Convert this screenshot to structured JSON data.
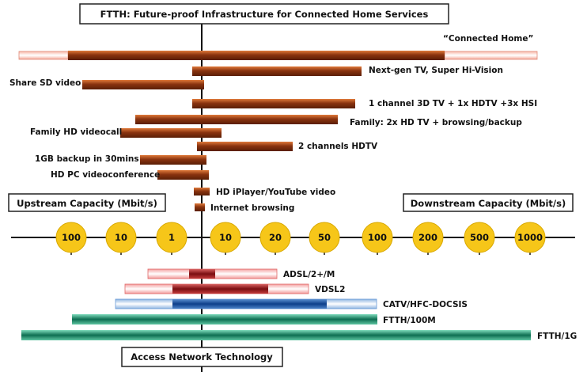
{
  "title": "FTTH: Future-proof Infrastructure for Connected Home Services",
  "upstream_label": "Upstream Capacity (Mbit/s)",
  "downstream_label": "Downstream Capacity (Mbit/s)",
  "footer_label": "Access Network Technology",
  "scale_values": [
    "100",
    "10",
    "1",
    "10",
    "20",
    "50",
    "100",
    "200",
    "500",
    "1000"
  ],
  "services": [
    {
      "label": "“Connected Home”"
    },
    {
      "label": "Next-gen TV, Super Hi-Vision"
    },
    {
      "label": "Share SD video"
    },
    {
      "label": "1 channel 3D TV + 1x HDTV +3x HSI"
    },
    {
      "label": "Family: 2x HD TV + browsing/backup"
    },
    {
      "label": "Family HD videocall"
    },
    {
      "label": "2 channels HDTV"
    },
    {
      "label": "1GB backup in 30mins"
    },
    {
      "label": "HD PC videoconference"
    },
    {
      "label": "HD iPlayer/YouTube video"
    },
    {
      "label": "Internet browsing"
    }
  ],
  "technologies": [
    {
      "label": "ADSL/2+/M",
      "color": "#c0262b"
    },
    {
      "label": "VDSL2",
      "color": "#c0262b"
    },
    {
      "label": "CATV/HFC-DOCSIS",
      "color": "#1f5fae"
    },
    {
      "label": "FTTH/100M",
      "color": "#1f9e7a"
    },
    {
      "label": "FTTH/1G",
      "color": "#1f9e7a"
    }
  ],
  "colors": {
    "service_bar": "#a44015",
    "scale_circle": "#f6c619",
    "axis": "#111111"
  }
}
